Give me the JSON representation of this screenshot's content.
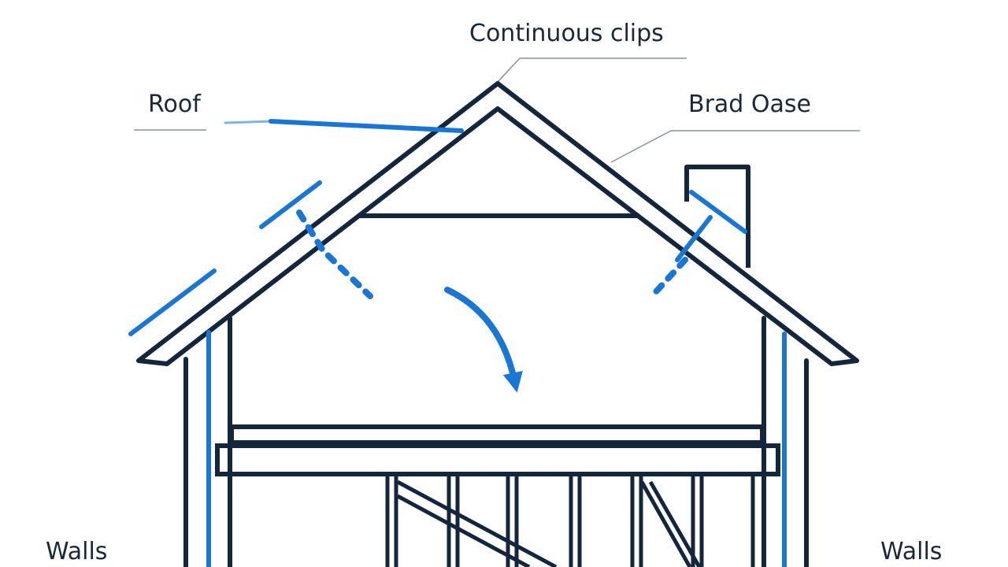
{
  "labels": {
    "continuous_clips": "Continuous clips",
    "roof": "Roof",
    "brad_oase": "Brad Oase",
    "walls_left": "Walls",
    "walls_right": "Walls"
  },
  "colors": {
    "frame": "#14263c",
    "accent": "#1976d2",
    "leader": "#8a9099",
    "text": "#1b2838",
    "background": "#ffffff"
  }
}
